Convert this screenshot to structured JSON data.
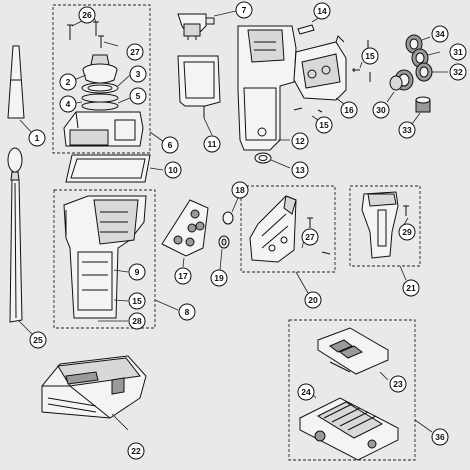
{
  "diagram": {
    "callouts": [
      {
        "id": "c1",
        "label": "1"
      },
      {
        "id": "c2",
        "label": "2"
      },
      {
        "id": "c3",
        "label": "3"
      },
      {
        "id": "c4",
        "label": "4"
      },
      {
        "id": "c5",
        "label": "5"
      },
      {
        "id": "c6",
        "label": "6"
      },
      {
        "id": "c7",
        "label": "7"
      },
      {
        "id": "c8",
        "label": "8"
      },
      {
        "id": "c9",
        "label": "9"
      },
      {
        "id": "c10",
        "label": "10"
      },
      {
        "id": "c11",
        "label": "11"
      },
      {
        "id": "c12",
        "label": "12"
      },
      {
        "id": "c13",
        "label": "13"
      },
      {
        "id": "c14",
        "label": "14"
      },
      {
        "id": "c15a",
        "label": "15"
      },
      {
        "id": "c15b",
        "label": "15"
      },
      {
        "id": "c15c",
        "label": "15"
      },
      {
        "id": "c16",
        "label": "16"
      },
      {
        "id": "c17",
        "label": "17"
      },
      {
        "id": "c18",
        "label": "18"
      },
      {
        "id": "c19",
        "label": "19"
      },
      {
        "id": "c20",
        "label": "20"
      },
      {
        "id": "c21",
        "label": "21"
      },
      {
        "id": "c22",
        "label": "22"
      },
      {
        "id": "c23",
        "label": "23"
      },
      {
        "id": "c24",
        "label": "24"
      },
      {
        "id": "c25",
        "label": "25"
      },
      {
        "id": "c26",
        "label": "26"
      },
      {
        "id": "c27a",
        "label": "27"
      },
      {
        "id": "c27b",
        "label": "27"
      },
      {
        "id": "c28",
        "label": "28"
      },
      {
        "id": "c29",
        "label": "29"
      },
      {
        "id": "c30",
        "label": "30"
      },
      {
        "id": "c31",
        "label": "31"
      },
      {
        "id": "c32",
        "label": "32"
      },
      {
        "id": "c33",
        "label": "33"
      },
      {
        "id": "c34",
        "label": "34"
      },
      {
        "id": "c36",
        "label": "36"
      }
    ]
  }
}
